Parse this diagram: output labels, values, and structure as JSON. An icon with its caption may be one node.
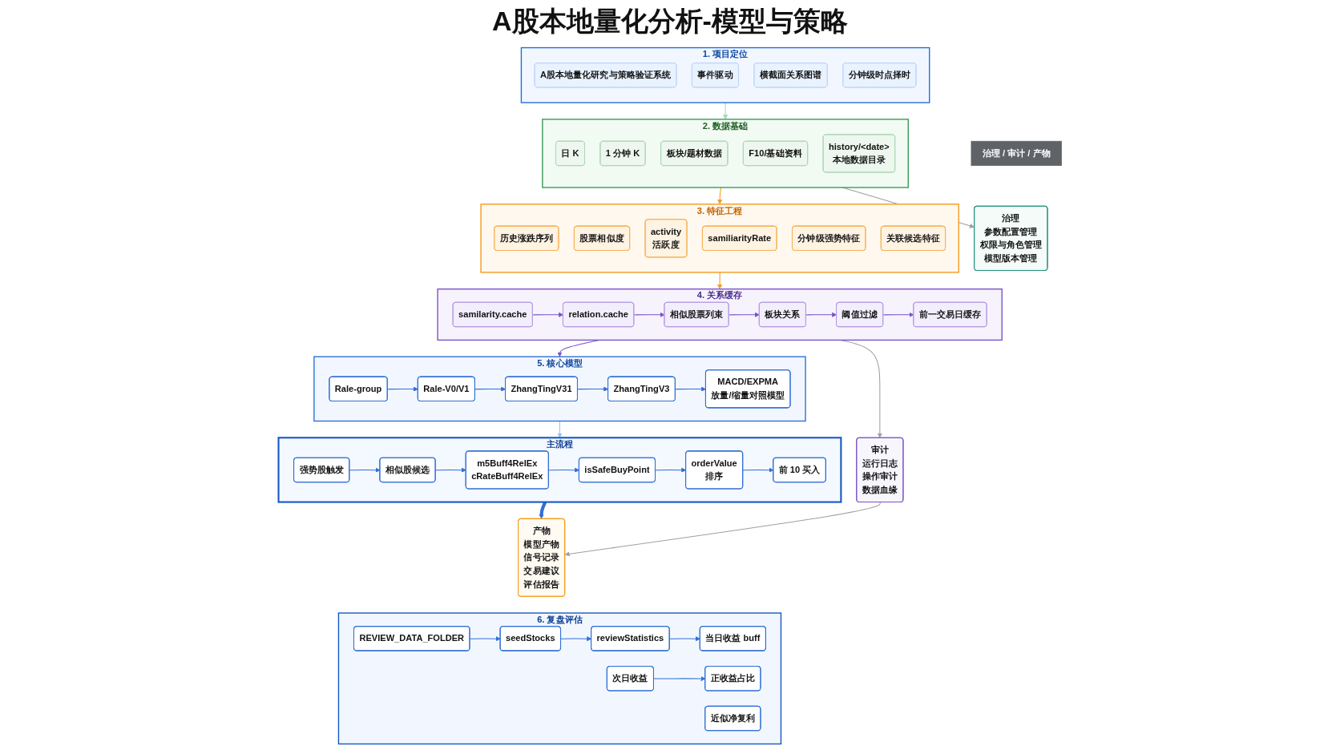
{
  "diagram": {
    "title": "A股本地量化分析-模型与策略",
    "nodes": [
      {
        "text": [
          "1. 项目定位"
        ]
      },
      {
        "text": [
          "A股本地量化研究与策略验证系统"
        ],
        "in": 0
      },
      {
        "text": [
          "事件驱动"
        ],
        "in": 0
      },
      {
        "text": [
          "横截面关系图谱"
        ],
        "in": 0
      },
      {
        "text": [
          "分钟级时点择时"
        ],
        "in": 0
      },
      {
        "text": [
          "2. 数据基础"
        ]
      },
      {
        "text": [
          "日 K"
        ],
        "in": 5
      },
      {
        "text": [
          "1 分钟 K"
        ],
        "in": 5
      },
      {
        "text": [
          "板块/题材数据"
        ],
        "in": 5
      },
      {
        "text": [
          "F10/基础资料"
        ],
        "in": 5
      },
      {
        "text": [
          "history/<date>",
          "本地数据目录"
        ],
        "in": 5
      },
      {
        "text": [
          "3. 特征工程"
        ]
      },
      {
        "text": [
          "历史涨跌序列"
        ],
        "in": 11
      },
      {
        "text": [
          "股票相似度"
        ],
        "in": 11
      },
      {
        "text": [
          "activity",
          "活跃度"
        ],
        "in": 11
      },
      {
        "text": [
          "samiliarityRate"
        ],
        "in": 11
      },
      {
        "text": [
          "分钟级强势特征"
        ],
        "in": 11
      },
      {
        "text": [
          "关联候选特征"
        ],
        "in": 11
      },
      {
        "text": [
          "4. 关系缓存"
        ]
      },
      {
        "text": [
          "samilarity.cache"
        ],
        "in": 18
      },
      {
        "text": [
          "relation.cache"
        ],
        "in": 18
      },
      {
        "text": [
          "相似股票列束"
        ],
        "in": 18
      },
      {
        "text": [
          "板块关系"
        ],
        "in": 18
      },
      {
        "text": [
          "阈值过滤"
        ],
        "in": 18
      },
      {
        "text": [
          "前一交易日缓存"
        ],
        "in": 18
      },
      {
        "text": [
          "5. 核心模型"
        ]
      },
      {
        "text": [
          "Rale-group"
        ],
        "in": 25
      },
      {
        "text": [
          "Rale-V0/V1"
        ],
        "in": 25
      },
      {
        "text": [
          "ZhangTingV31"
        ],
        "in": 25
      },
      {
        "text": [
          "ZhangTingV3"
        ],
        "in": 25
      },
      {
        "text": [
          "MACD/EXPMA",
          "放量/缩量对照模型"
        ],
        "in": 25
      },
      {
        "text": [
          "主流程"
        ]
      },
      {
        "text": [
          "强势股触发"
        ],
        "in": 31
      },
      {
        "text": [
          "相似股候选"
        ],
        "in": 31
      },
      {
        "text": [
          "m5Buff4RelEx",
          "cRateBuff4RelEx"
        ],
        "in": 31
      },
      {
        "text": [
          "isSafeBuyPoint"
        ],
        "in": 31
      },
      {
        "text": [
          "orderValue",
          "排序"
        ],
        "in": 31
      },
      {
        "text": [
          "前 10 买入"
        ],
        "in": 31
      },
      {
        "text": [
          "治理 / 审计 / 产物"
        ]
      },
      {
        "text": [
          "治理",
          "参数配置管理",
          "权限与角色管理",
          "模型版本管理"
        ]
      },
      {
        "text": [
          "审计",
          "运行日志",
          "操作审计",
          "数据血缘"
        ]
      },
      {
        "text": [
          "产物",
          "模型产物",
          "信号记录",
          "交易建议",
          "评估报告"
        ]
      },
      {
        "text": [
          "6. 复盘评估"
        ]
      },
      {
        "text": [
          "REVIEW_DATA_FOLDER"
        ],
        "in": 42
      },
      {
        "text": [
          "seedStocks"
        ],
        "in": 42
      },
      {
        "text": [
          "reviewStatistics"
        ],
        "in": 42
      },
      {
        "text": [
          "当日收益 buff"
        ],
        "in": 42
      },
      {
        "text": [
          "次日收益"
        ],
        "in": 42
      },
      {
        "text": [
          "正收益占比"
        ],
        "in": 42
      },
      {
        "text": [
          "近似净复利"
        ],
        "in": 42
      }
    ],
    "edges": [
      {
        "from": 0,
        "to": 5,
        "arrow": "to",
        "color": "#a8d5b0"
      },
      {
        "from": 5,
        "to": 11,
        "arrow": "to",
        "color": "#f59a1b"
      },
      {
        "from": 11,
        "to": 18,
        "arrow": "to",
        "color": "#f59a1b"
      },
      {
        "from": 19,
        "to": 20,
        "arrow": "to",
        "color": "#7b52c7"
      },
      {
        "from": 20,
        "to": 21,
        "arrow": "to",
        "color": "#7b52c7"
      },
      {
        "from": 21,
        "to": 22,
        "arrow": "to",
        "color": "#7b52c7"
      },
      {
        "from": 22,
        "to": 23,
        "arrow": "to",
        "color": "#7b52c7"
      },
      {
        "from": 23,
        "to": 24,
        "arrow": "to",
        "color": "#7b52c7"
      },
      {
        "from": 18,
        "to": 25,
        "arrow": "to",
        "color": "#7b52c7"
      },
      {
        "from": 26,
        "to": 27,
        "arrow": "to"
      },
      {
        "from": 27,
        "to": 28,
        "arrow": "to"
      },
      {
        "from": 28,
        "to": 29,
        "arrow": "to"
      },
      {
        "from": 29,
        "to": 30,
        "arrow": "to"
      },
      {
        "from": 25,
        "to": 31,
        "arrow": "to",
        "color": "#9cc0ee"
      },
      {
        "from": 32,
        "to": 33,
        "arrow": "to"
      },
      {
        "from": 33,
        "to": 34,
        "arrow": "to"
      },
      {
        "from": 34,
        "to": 35,
        "arrow": "to"
      },
      {
        "from": 35,
        "to": 36,
        "arrow": "to"
      },
      {
        "from": 36,
        "to": 37,
        "arrow": "to"
      },
      {
        "from": 31,
        "to": 41,
        "arrow": "to",
        "style": "thick"
      },
      {
        "from": 5,
        "to": 39,
        "arrow": "to",
        "color": "#9e9e9e"
      },
      {
        "from": 18,
        "to": 40,
        "arrow": "to",
        "color": "#9e9e9e"
      },
      {
        "from": 40,
        "to": 41,
        "arrow": "to",
        "color": "#9e9e9e"
      },
      {
        "from": 43,
        "to": 44,
        "arrow": "to"
      },
      {
        "from": 44,
        "to": 45,
        "arrow": "to"
      },
      {
        "from": 45,
        "to": 46,
        "arrow": "to"
      },
      {
        "from": 47,
        "to": 48,
        "arrow": "to"
      }
    ]
  }
}
